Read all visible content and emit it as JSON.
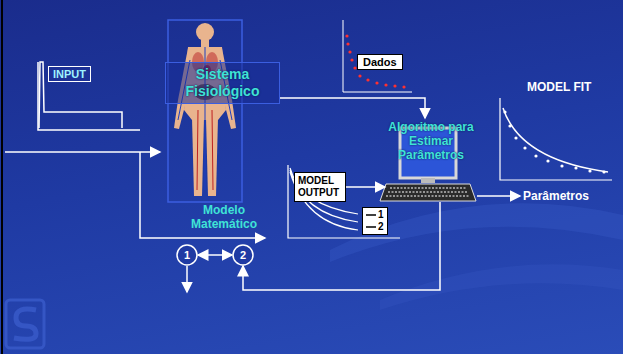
{
  "diagram": {
    "nodes": [
      {
        "text": [
          "INPUT"
        ]
      },
      {
        "text": [
          "Sistema Fisiológico"
        ]
      },
      {
        "text": [
          "Dados"
        ]
      },
      {
        "text": [
          "Algoritmo para Estimar Parâmetros"
        ]
      },
      {
        "text": [
          "Parâmetros"
        ]
      },
      {
        "text": [
          "MODEL OUTPUT"
        ]
      },
      {
        "text": [
          "Modelo Matemático"
        ]
      },
      {
        "text": [
          "1"
        ]
      },
      {
        "text": [
          "2"
        ]
      }
    ],
    "edges": [
      {
        "from": 1,
        "to": 3,
        "arrow": "to"
      },
      {
        "from": 5,
        "to": 3,
        "arrow": "to"
      },
      {
        "from": 3,
        "to": 4,
        "arrow": "to"
      },
      {
        "from": 3,
        "to": 8,
        "arrow": "to"
      },
      {
        "from": 7,
        "to": 8,
        "arrow": "both"
      }
    ],
    "labels": [
      "MODEL FIT"
    ],
    "legend": [
      {
        "text": "1"
      },
      {
        "text": "2"
      }
    ]
  }
}
